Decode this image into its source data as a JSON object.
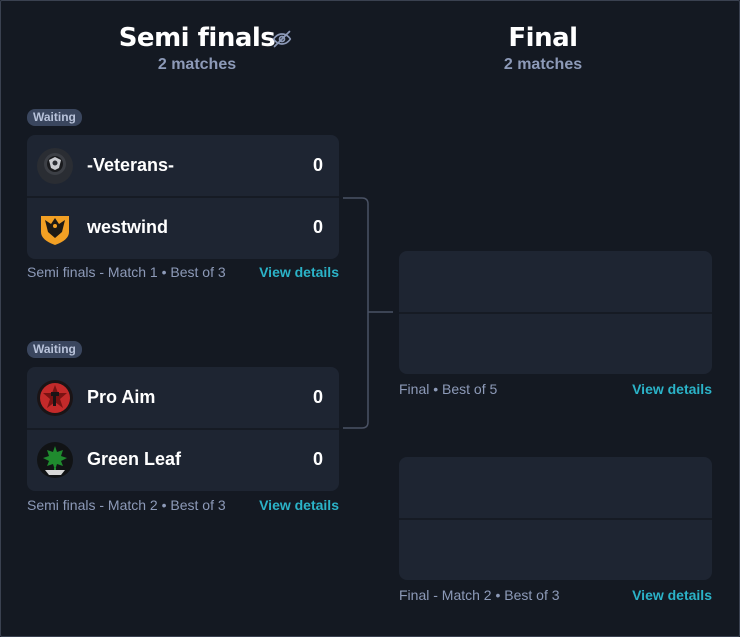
{
  "columns": [
    {
      "title": "Semi finals",
      "subtitle": "2 matches"
    },
    {
      "title": "Final",
      "subtitle": "2 matches"
    }
  ],
  "semi_matches": [
    {
      "status": "Waiting",
      "teams": [
        {
          "name": "-Veterans-",
          "score": "0",
          "logo": "veterans-logo"
        },
        {
          "name": "westwind",
          "score": "0",
          "logo": "westwind-logo"
        }
      ],
      "meta": "Semi finals - Match 1 • Best of 3",
      "link": "View details"
    },
    {
      "status": "Waiting",
      "teams": [
        {
          "name": "Pro Aim",
          "score": "0",
          "logo": "pro-aim-logo"
        },
        {
          "name": "Green Leaf",
          "score": "0",
          "logo": "green-leaf-logo"
        }
      ],
      "meta": "Semi finals - Match 2 • Best of 3",
      "link": "View details"
    }
  ],
  "final_matches": [
    {
      "meta": "Final • Best of 5",
      "link": "View details"
    },
    {
      "meta": "Final - Match 2 • Best of 3",
      "link": "View details"
    }
  ],
  "icons": {
    "hide": "eye-off-icon"
  },
  "colors": {
    "background": "#141922",
    "card": "#1e2532",
    "accent": "#2bb3c8",
    "muted": "#8d9ab8",
    "badge": "#3a465e"
  }
}
